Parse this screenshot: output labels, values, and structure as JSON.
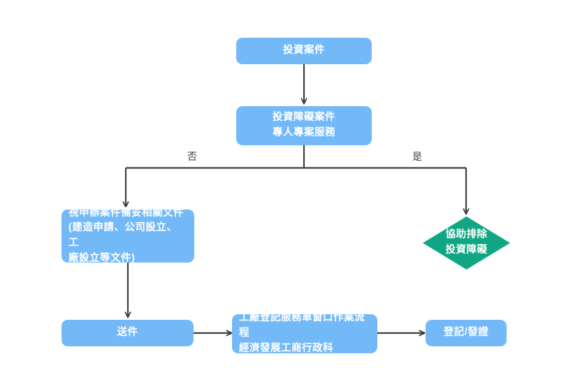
{
  "diagram": {
    "title": "investment-case-flowchart",
    "colors": {
      "node_fill": "#74b9f7",
      "decision_fill": "#11a683",
      "edge_stroke": "#3d3d3d",
      "node_text": "#ffffff",
      "label_text": "#3d3d3d",
      "background": "#ffffff"
    },
    "nodes": [
      {
        "id": "investment-case",
        "label": "投資案件",
        "shape": "rounded-rect"
      },
      {
        "id": "investment-obstacle-case",
        "label": "投資障礙案件\n專人專案服務",
        "shape": "rounded-rect"
      },
      {
        "id": "prepare-documents",
        "label": "視申辦案件備妥相關文件\n(建造申請、公司設立、工\n廠設立等文件)",
        "shape": "rounded-rect"
      },
      {
        "id": "remove-obstacle",
        "label": "協助排除\n投資障礙",
        "shape": "diamond"
      },
      {
        "id": "submit-documents",
        "label": "送件",
        "shape": "rounded-rect"
      },
      {
        "id": "factory-registration-process",
        "label": "工廠登記服務單窗口作業流程\n經濟發展工商行政科",
        "shape": "rounded-rect"
      },
      {
        "id": "register-issue-certificate",
        "label": "登記/發證",
        "shape": "rounded-rect"
      }
    ],
    "edge_labels": {
      "no": "否",
      "yes": "是"
    }
  }
}
